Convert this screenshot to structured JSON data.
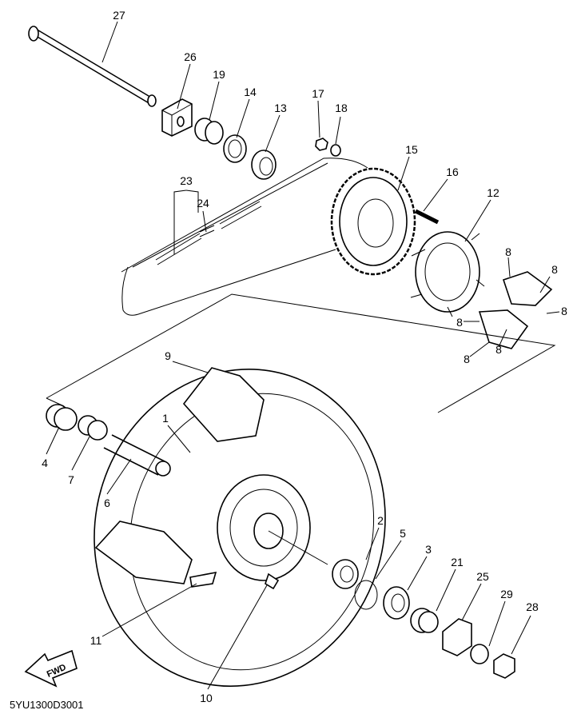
{
  "diagram": {
    "code": "5YU1300D3001",
    "fwd_label": "FWD",
    "callouts": [
      {
        "id": "c27",
        "text": "27"
      },
      {
        "id": "c26",
        "text": "26"
      },
      {
        "id": "c19",
        "text": "19"
      },
      {
        "id": "c14",
        "text": "14"
      },
      {
        "id": "c13",
        "text": "13"
      },
      {
        "id": "c17",
        "text": "17"
      },
      {
        "id": "c18",
        "text": "18"
      },
      {
        "id": "c15",
        "text": "15"
      },
      {
        "id": "c16",
        "text": "16"
      },
      {
        "id": "c12",
        "text": "12"
      },
      {
        "id": "c23",
        "text": "23"
      },
      {
        "id": "c24",
        "text": "24"
      },
      {
        "id": "c8a",
        "text": "8"
      },
      {
        "id": "c8b",
        "text": "8"
      },
      {
        "id": "c8c",
        "text": "8"
      },
      {
        "id": "c8d",
        "text": "8"
      },
      {
        "id": "c8e",
        "text": "8"
      },
      {
        "id": "c8f",
        "text": "8"
      },
      {
        "id": "c9",
        "text": "9"
      },
      {
        "id": "c1",
        "text": "1"
      },
      {
        "id": "c4",
        "text": "4"
      },
      {
        "id": "c7",
        "text": "7"
      },
      {
        "id": "c6",
        "text": "6"
      },
      {
        "id": "c2",
        "text": "2"
      },
      {
        "id": "c5",
        "text": "5"
      },
      {
        "id": "c3",
        "text": "3"
      },
      {
        "id": "c21",
        "text": "21"
      },
      {
        "id": "c25",
        "text": "25"
      },
      {
        "id": "c29",
        "text": "29"
      },
      {
        "id": "c28",
        "text": "28"
      },
      {
        "id": "c11",
        "text": "11"
      },
      {
        "id": "c10",
        "text": "10"
      }
    ]
  }
}
